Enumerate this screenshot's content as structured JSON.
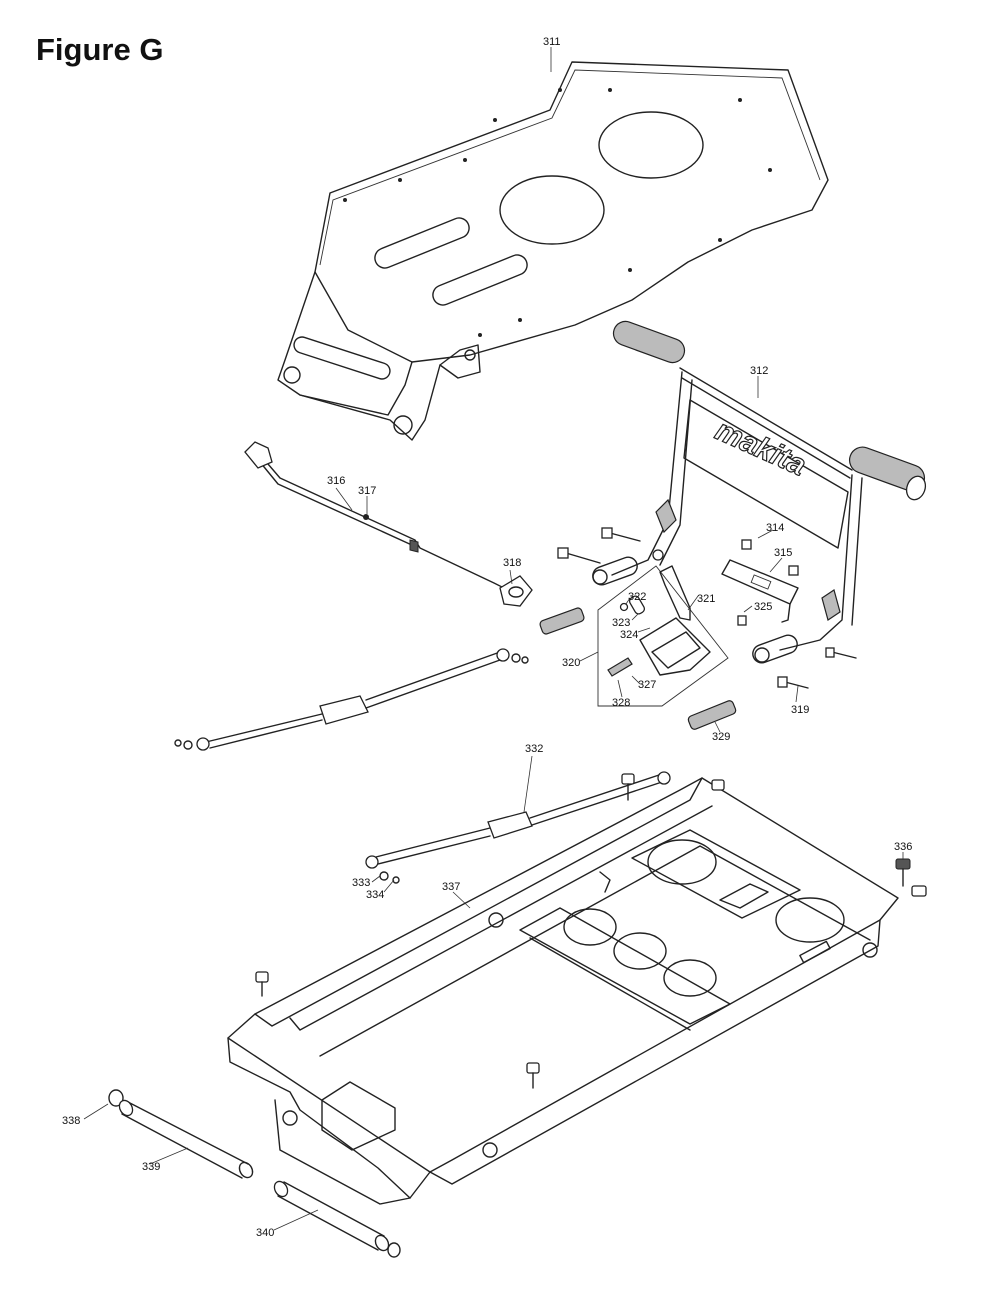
{
  "title": "Figure G",
  "brand_text": "makita",
  "callouts": [
    "311",
    "312",
    "314",
    "315",
    "316",
    "317",
    "318",
    "319",
    "320",
    "321",
    "322",
    "323",
    "324",
    "325",
    "327",
    "328",
    "329",
    "332",
    "333",
    "334",
    "336",
    "337",
    "338",
    "339",
    "340"
  ]
}
